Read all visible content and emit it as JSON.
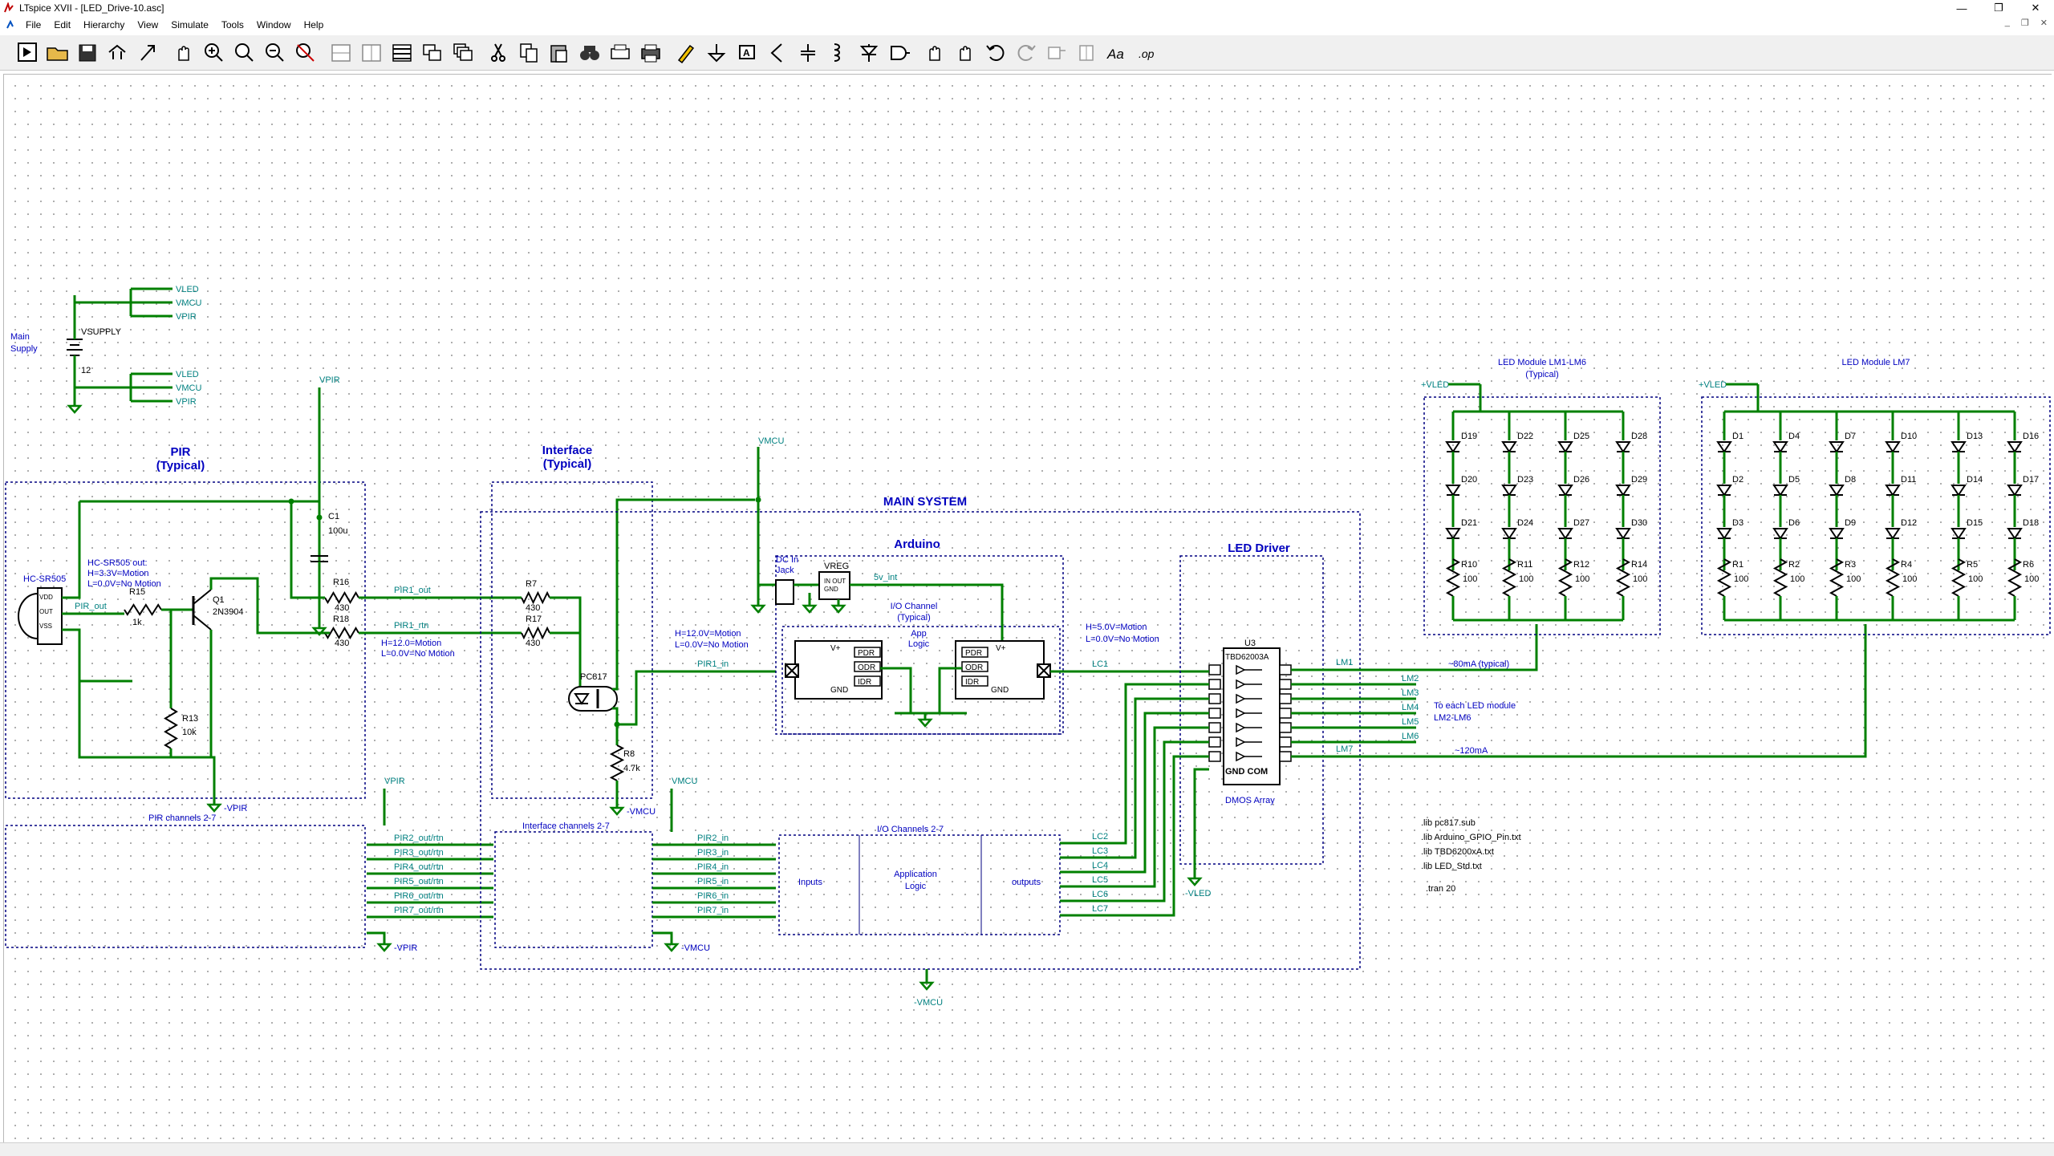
{
  "window": {
    "title": "LTspice XVII - [LED_Drive-10.asc]",
    "buttons": {
      "minimize": "—",
      "restore": "❐",
      "close": "✕"
    }
  },
  "menu": [
    "File",
    "Edit",
    "Hierarchy",
    "View",
    "Simulate",
    "Tools",
    "Window",
    "Help"
  ],
  "toolbar": [
    "run",
    "open",
    "save",
    "control-panel",
    "pick-visible",
    "pan",
    "zoom-in",
    "zoom-full",
    "zoom-out",
    "zoom-cancel",
    "tile-horizontal",
    "tile-vertical",
    "window-stack",
    "window-tile",
    "window-cascade",
    "cut",
    "copy",
    "paste",
    "find",
    "print-setup",
    "print",
    "draw-wire",
    "ground",
    "label-net",
    "resistor",
    "capacitor",
    "inductor",
    "diode",
    "component",
    "move",
    "drag",
    "undo",
    "redo",
    "rotate",
    "mirror",
    "text",
    "spice-directive"
  ],
  "colors": {
    "wire": "#008000",
    "text": "#0000c0",
    "block": "#000080",
    "component": "#000000",
    "label": "#008080"
  },
  "schematic": {
    "supply": {
      "caption": "Main\nSupply",
      "name": "VSUPPLY",
      "value": "12",
      "nets": [
        "VLED",
        "VMCU",
        "VPIR"
      ]
    },
    "pir": {
      "title": "PIR\n(Typical)",
      "sensor": "HC-SR505",
      "pins": [
        "VDD",
        "OUT",
        "VSS"
      ],
      "note": "HC-SR505 out:\nH=3.3V=Motion\nL=0.0V=No Motion",
      "R15": [
        "R15",
        "1k"
      ],
      "R13": [
        "R13",
        "10k"
      ],
      "Q1": [
        "Q1",
        "2N3904"
      ],
      "C1": [
        "C1",
        "100u"
      ],
      "R16": [
        "R16",
        "430"
      ],
      "R18": [
        "R18",
        "430"
      ],
      "net_out": "PIR_out",
      "net1": "PIR1_out",
      "net2": "PIR1_rtn",
      "note2": "H=12.0=Motion\nL=0.0V=No Motion",
      "gnd": "-VPIR",
      "vpir": "VPIR",
      "channels": "PIR channels 2-7",
      "chan_nets": [
        "PIR2_out/rtn",
        "PIR3_out/rtn",
        "PIR4_out/rtn",
        "PIR5_out/rtn",
        "PIR6_out/rtn",
        "PIR7_out/rtn"
      ]
    },
    "interface": {
      "title": "Interface\n(Typical)",
      "R7": [
        "R7",
        "430"
      ],
      "R17": [
        "R17",
        "430"
      ],
      "pc": "PC817",
      "R8": [
        "R8",
        "4.7k"
      ],
      "gnd": "-VMCU",
      "vmcu": "VMCU",
      "channels": "Interface channels 2-7",
      "note": "H=12.0V=Motion\nL=0.0V=No Motion"
    },
    "main_title": "MAIN SYSTEM",
    "arduino": {
      "title": "Arduino",
      "dcjack": "DC In\nJack",
      "vreg": "VREG",
      "vreg_pins": "IN OUT\nGND",
      "net5v": "5v_int",
      "io_title": "I/O Channel\n(Typical)",
      "app": "App\nLogic",
      "pdr": "PDR",
      "odr": "ODR",
      "idr": "IDR",
      "vplus": "V+",
      "gnd": "GND",
      "in_net": "PIR1_in",
      "io_channels": "I/O Channels 2-7",
      "inputs": "Inputs",
      "application": "Application\nLogic",
      "outputs": "outputs",
      "in_nets": [
        "PIR2_in",
        "PIR3_in",
        "PIR4_in",
        "PIR5_in",
        "PIR6_in",
        "PIR7_in"
      ]
    },
    "driver": {
      "title": "LED Driver",
      "u3": "U3",
      "part": "TBD62003A",
      "gndcom": "GND COM",
      "array": "DMOS Array",
      "lc1": "LC1",
      "lc_nets": [
        "LC2",
        "LC3",
        "LC4",
        "LC5",
        "LC6",
        "LC7"
      ],
      "note": "H=5.0V=Motion\nL=0.0V=No Motion",
      "gnd": "-VLED"
    },
    "led_nets": {
      "lm1": "LM1",
      "lm_nets": [
        "LM2",
        "LM3",
        "LM4",
        "LM5",
        "LM6"
      ],
      "lm7": "LM7",
      "typ80": "~80mA (typical)",
      "typ120": "~120mA",
      "to_each": "To each LED module\nLM2-LM6"
    },
    "module1": {
      "title": "LED Module LM1-LM6\n(Typical)",
      "vled": "+VLED",
      "diodes": [
        [
          "D19",
          "D20",
          "D21"
        ],
        [
          "D22",
          "D23",
          "D24"
        ],
        [
          "D25",
          "D26",
          "D27"
        ],
        [
          "D28",
          "D29",
          "D30"
        ]
      ],
      "resistors": [
        [
          "R10",
          "100"
        ],
        [
          "R11",
          "100"
        ],
        [
          "R12",
          "100"
        ],
        [
          "R14",
          "100"
        ]
      ]
    },
    "module7": {
      "title": "LED Module LM7",
      "vled": "+VLED",
      "diodes": [
        [
          "D1",
          "D2",
          "D3"
        ],
        [
          "D4",
          "D5",
          "D6"
        ],
        [
          "D7",
          "D8",
          "D9"
        ],
        [
          "D10",
          "D11",
          "D12"
        ],
        [
          "D13",
          "D14",
          "D15"
        ],
        [
          "D16",
          "D17",
          "D18"
        ]
      ],
      "resistors": [
        [
          "R1",
          "100"
        ],
        [
          "R2",
          "100"
        ],
        [
          "R3",
          "100"
        ],
        [
          "R4",
          "100"
        ],
        [
          "R5",
          "100"
        ],
        [
          "R6",
          "100"
        ]
      ]
    },
    "directives": [
      ".lib pc817.sub",
      ".lib Arduino_GPIO_Pin.txt",
      ".lib TBD6200xA.txt",
      ".lib LED_Std.txt",
      ".tran 20"
    ],
    "sys_gnd": "-VMCU"
  }
}
